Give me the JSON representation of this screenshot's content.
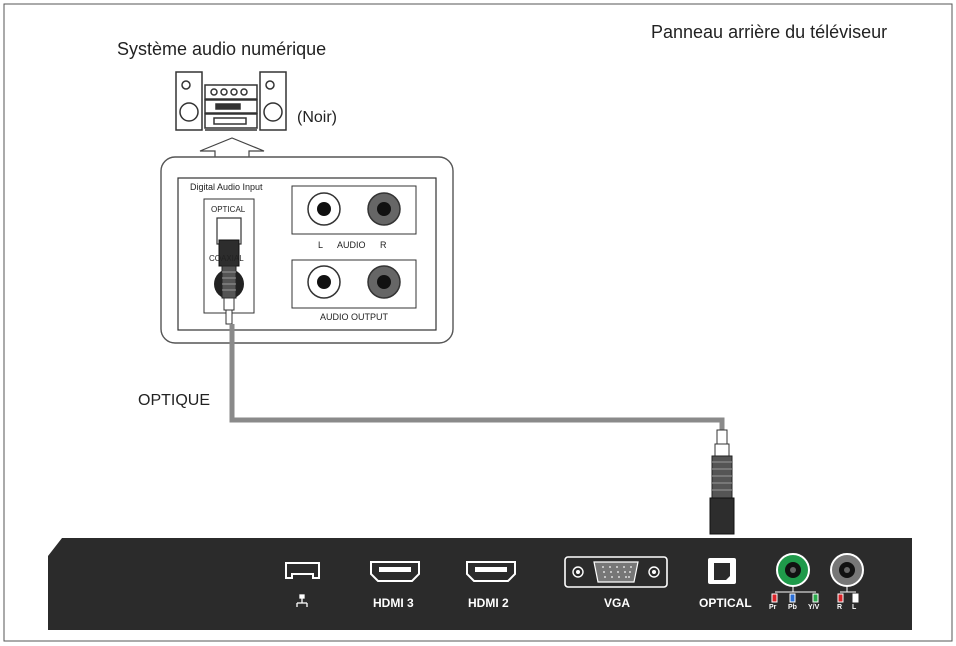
{
  "title_audio_system": "Système audio numérique",
  "title_tv_panel": "Panneau arrière du téléviseur",
  "audio_system_color": "(Noir)",
  "cable_label": "OPTIQUE",
  "receiver_panel": {
    "header": "Digital Audio Input",
    "optical": "OPTICAL",
    "coaxial": "COAXIAL",
    "audio_l": "L",
    "audio": "AUDIO",
    "audio_r": "R",
    "audio_output": "AUDIO OUTPUT"
  },
  "tv_ports": {
    "hdmi3": "HDMI 3",
    "hdmi2": "HDMI 2",
    "vga": "VGA",
    "optical": "OPTICAL",
    "pr": "Pr",
    "pb": "Pb",
    "yv": "Y/V",
    "r": "R",
    "l": "L"
  },
  "colors": {
    "panel": "#2b2b2b",
    "cable": "#8a8a8a",
    "green_jack": "#1f9a4a",
    "red": "#d9252a",
    "blue": "#2b6fd6",
    "green": "#2aa84a"
  },
  "icons": [
    "stereo-system-icon",
    "upload-arrow-icon",
    "lan-icon",
    "optical-connector-icon"
  ]
}
